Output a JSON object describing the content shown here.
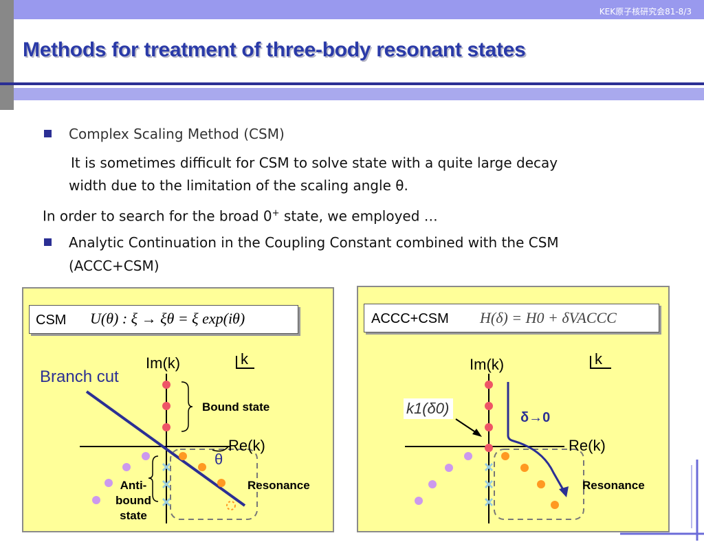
{
  "header": {
    "tag": "KEK原子核研究会81-8/3"
  },
  "title": "Methods for treatment of three-body resonant states",
  "content": {
    "bullet1": "Complex Scaling Method (CSM)",
    "bullet1_desc_line1": "It is sometimes difficult for CSM to solve state with a quite large decay",
    "bullet1_desc_line2": "width due to the limitation of the scaling angle θ.",
    "search_line_pre": "In order to search for the broad 0",
    "search_line_sup": "+",
    "search_line_post": " state, we employed …",
    "bullet2_line1": "Analytic Continuation in the Coupling Constant combined with the CSM",
    "bullet2_line2": "(ACCC+CSM)"
  },
  "left_panel": {
    "label": "CSM",
    "equation": "U(θ) : ξ → ξθ = ξ exp(iθ)",
    "im_label": "Im(k)",
    "re_label": "Re(k)",
    "k_label": "k",
    "branch_cut": "Branch cut",
    "bound_state": "Bound state",
    "resonance": "Resonance",
    "theta": "θ",
    "antibound_1": "Anti-",
    "antibound_2": "bound",
    "antibound_3": "state"
  },
  "right_panel": {
    "label": "ACCC+CSM",
    "equation": "H(δ) = H0 + δVACCC",
    "im_label": "Im(k)",
    "re_label": "Re(k)",
    "k_label": "k",
    "k1_label": "k1(δ0)",
    "delta_arrow": "δ→0",
    "resonance": "Resonance"
  },
  "colors": {
    "title": "#2a3aa8",
    "panel_bg": "#ffff99",
    "bound_dot": "#ee5566",
    "resonance_dot": "#ff9922",
    "antibound_dot": "#cc99ee",
    "cross": "#99ccdd",
    "line_blue": "#2b2f94"
  }
}
